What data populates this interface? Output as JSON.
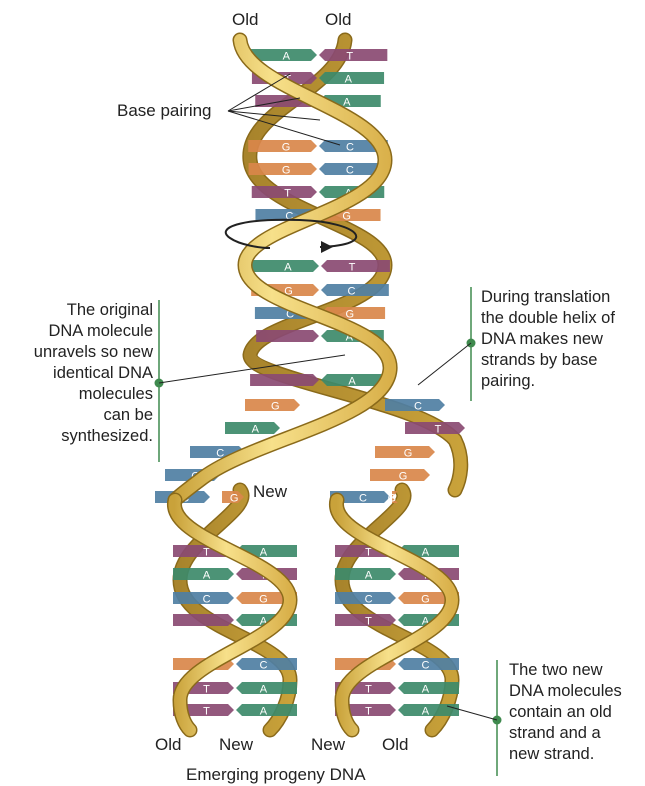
{
  "strand_labels": {
    "top_left": "Old",
    "top_right": "Old",
    "bottom_1": "Old",
    "bottom_2": "New",
    "bottom_3": "New",
    "bottom_4": "Old",
    "fork_new": "New"
  },
  "base_pairing_label": "Base pairing",
  "caption": "Emerging progeny DNA",
  "notes": {
    "left": [
      "The original",
      "DNA molecule",
      "unravels so new",
      "identical DNA",
      "molecules",
      "can be",
      "synthesized."
    ],
    "right_top": [
      "During translation",
      "the double helix of",
      "DNA makes new",
      "strands by base",
      "pairing."
    ],
    "right_bottom": [
      "The two new",
      "DNA molecules",
      "contain an old",
      "strand and a",
      "new strand."
    ]
  },
  "colors": {
    "A": "#3d8a6a",
    "T": "#8a4a72",
    "G": "#d9874a",
    "C": "#4f7fa3",
    "backbone": "#f2d06a",
    "backbone_edge": "#8a6a1a",
    "callout": "#3f8a4e"
  },
  "parent_pairs": [
    {
      "l": "A",
      "r": "T"
    },
    {
      "l": "T",
      "r": "A"
    },
    {
      "l": "",
      "r": "A"
    },
    {
      "l": "G",
      "r": "C"
    },
    {
      "l": "G",
      "r": "C"
    },
    {
      "l": "T",
      "r": "A"
    },
    {
      "l": "C",
      "r": "G"
    },
    {
      "l": "A",
      "r": "T"
    },
    {
      "l": "G",
      "r": "C"
    },
    {
      "l": "C",
      "r": "G"
    },
    {
      "l": "",
      "r": "A"
    },
    {
      "l": "",
      "r": "A"
    }
  ],
  "fork_left_bases": [
    "G",
    "A",
    "C",
    "C",
    "C"
  ],
  "fork_right_bases": [
    "C",
    "T",
    "G",
    "G",
    "C"
  ],
  "fork_left_partner": "G",
  "fork_right_partner": "G",
  "daughter_left_pairs": [
    {
      "l": "T",
      "r": "A"
    },
    {
      "l": "A",
      "r": "T"
    },
    {
      "l": "C",
      "r": "G"
    },
    {
      "l": "",
      "r": "A"
    },
    {
      "l": "G",
      "r": "C"
    },
    {
      "l": "T",
      "r": "A"
    },
    {
      "l": "T",
      "r": "A"
    }
  ],
  "daughter_right_pairs": [
    {
      "l": "T",
      "r": "A"
    },
    {
      "l": "A",
      "r": "T"
    },
    {
      "l": "C",
      "r": "G"
    },
    {
      "l": "T",
      "r": "A"
    },
    {
      "l": "G",
      "r": "C"
    },
    {
      "l": "T",
      "r": "A"
    },
    {
      "l": "T",
      "r": "A"
    }
  ]
}
